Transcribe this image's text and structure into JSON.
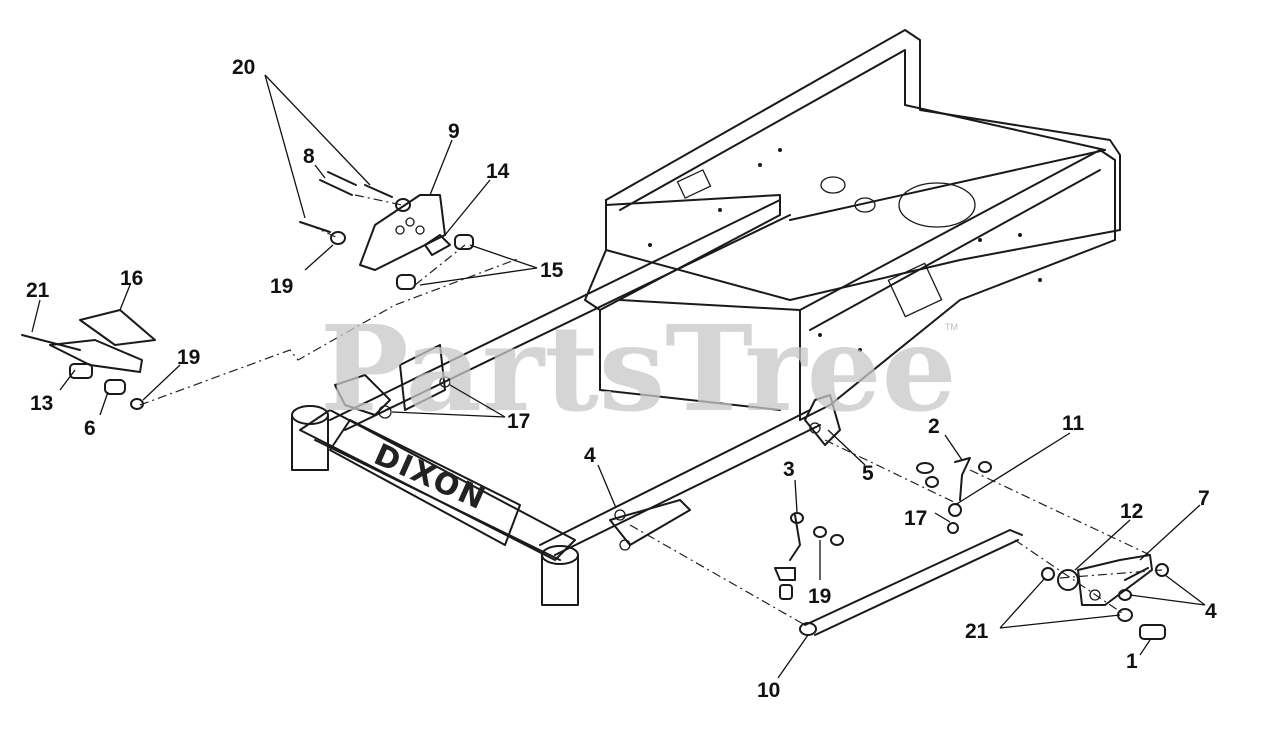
{
  "watermark": "PartsTree",
  "trademark": "TM",
  "frame_brand": "DIXON",
  "callouts": [
    "20",
    "8",
    "9",
    "14",
    "15",
    "19",
    "21",
    "16",
    "13",
    "6",
    "19",
    "17",
    "4",
    "3",
    "19",
    "5",
    "2",
    "11",
    "17",
    "12",
    "7",
    "4",
    "21",
    "1",
    "10"
  ]
}
